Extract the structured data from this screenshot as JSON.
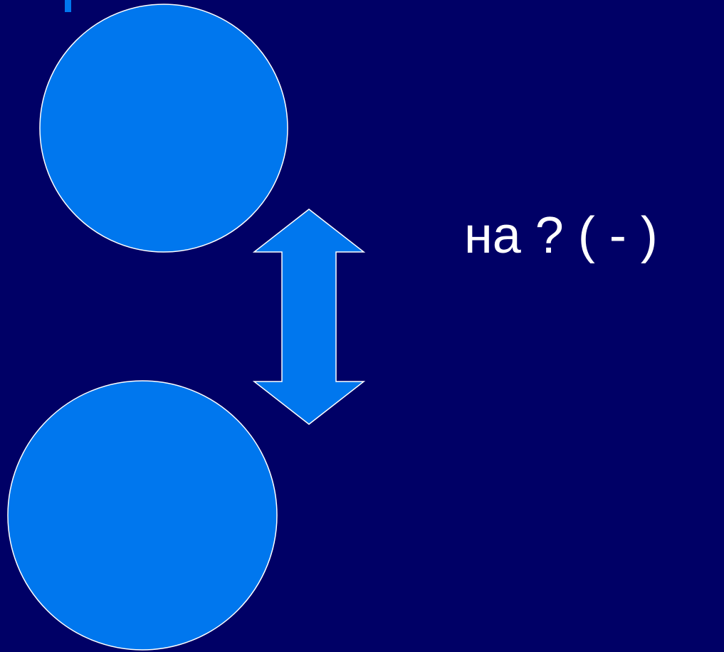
{
  "slide": {
    "caption": "на ? ( - )"
  },
  "colors": {
    "background": "#000066",
    "shape_fill": "#0077EE",
    "shape_stroke": "#FFFFFF",
    "text": "#FFFFFF"
  },
  "diagram": {
    "shapes": [
      {
        "kind": "circle",
        "role": "top-circle"
      },
      {
        "kind": "circle",
        "role": "bottom-circle"
      },
      {
        "kind": "double-arrow",
        "direction": "vertical"
      }
    ]
  }
}
